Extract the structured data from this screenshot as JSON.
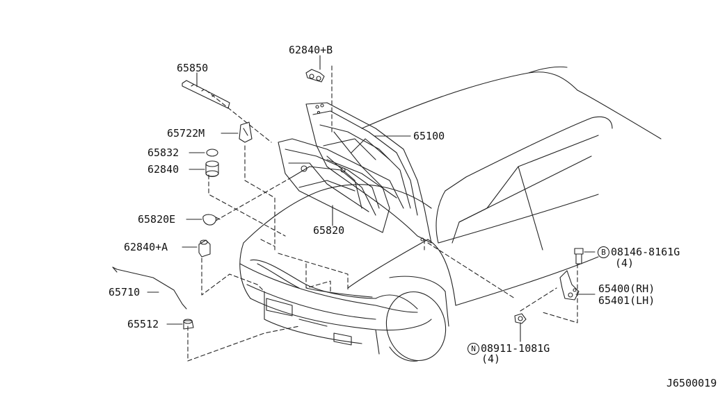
{
  "parts": {
    "p62840b": "62840+B",
    "p65850": "65850",
    "p65722m": "65722M",
    "p65832": "65832",
    "p62840": "62840",
    "p65820e": "65820E",
    "p62840a": "62840+A",
    "p65710": "65710",
    "p65512": "65512",
    "p65820": "65820",
    "p65100": "65100",
    "bolt": {
      "symbol": "B",
      "number": "08146-8161G",
      "qty": "(4)"
    },
    "nut": {
      "symbol": "N",
      "number": "08911-1081G",
      "qty": "(4)"
    },
    "hinge_rh": "65400(RH)",
    "hinge_lh": "65401(LH)"
  },
  "diagram_code": "J6500019"
}
